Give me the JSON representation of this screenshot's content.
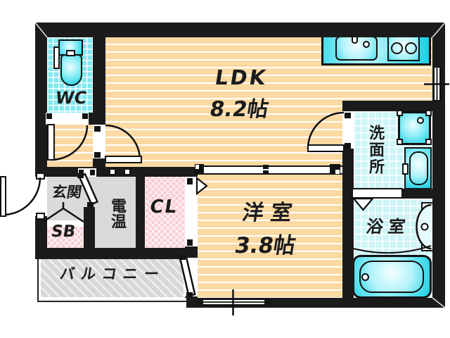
{
  "floor_plan": {
    "rooms": {
      "ldk": {
        "name": "LDK",
        "size": "8.2帖"
      },
      "western_room": {
        "name": "洋室",
        "size": "3.8帖"
      },
      "wc": {
        "name": "WC"
      },
      "entrance": {
        "name": "玄関"
      },
      "water_heater": {
        "name": "電温"
      },
      "shoe_box": {
        "name": "SB"
      },
      "closet": {
        "name": "CL"
      },
      "balcony": {
        "name": "バルコニー"
      },
      "washroom": {
        "name": "洗面所"
      },
      "bathroom": {
        "name": "浴室"
      }
    },
    "fixtures": [
      "toilet",
      "kitchen-sink",
      "two-burner-stove",
      "washing-machine-pan",
      "washbasin",
      "bathtub",
      "bathroom-counter"
    ],
    "colors": {
      "wall": "#1b1b1b",
      "flooring": "#fbd9a3",
      "wc_tile": "#7fe9ef",
      "wet_area_tile": "#cdf4f7",
      "fixture_cyan": "#17cfe4",
      "closet_pink": "#f8cdd2",
      "entrance_gray": "#d9dadb",
      "balcony_gray": "#d7d7d7"
    }
  }
}
